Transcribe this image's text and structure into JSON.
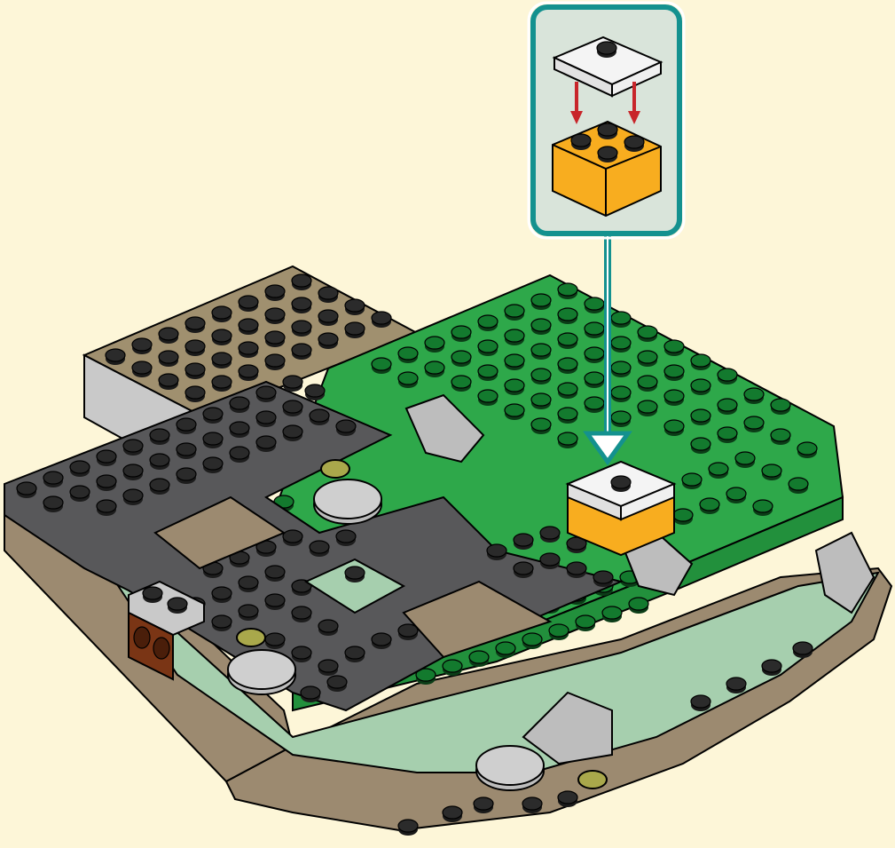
{
  "colors": {
    "background": "#fdf6d8",
    "callout_border": "#14918f",
    "callout_fill": "#d9e4da",
    "pointer": "#14918f",
    "drop_arrow": "#c8252a",
    "green_plate": "#2ea84a",
    "dark_gray_plate": "#58585a",
    "tan": "#9c8a70",
    "sand_green": "#a6cfae",
    "light_gray": "#bdbdbd",
    "white_plate": "#f4f4f4",
    "orange_brick": "#f8ad1f",
    "reddish_brown": "#7a3515",
    "olive": "#a9a84b"
  },
  "callout": {
    "parts": [
      {
        "name": "white-plate-1x2x2-jumper",
        "color": "white"
      },
      {
        "name": "orange-brick-2x2",
        "color": "orange"
      }
    ]
  },
  "icons": [
    "drop-arrow-icon",
    "pointer-arrow-icon"
  ]
}
